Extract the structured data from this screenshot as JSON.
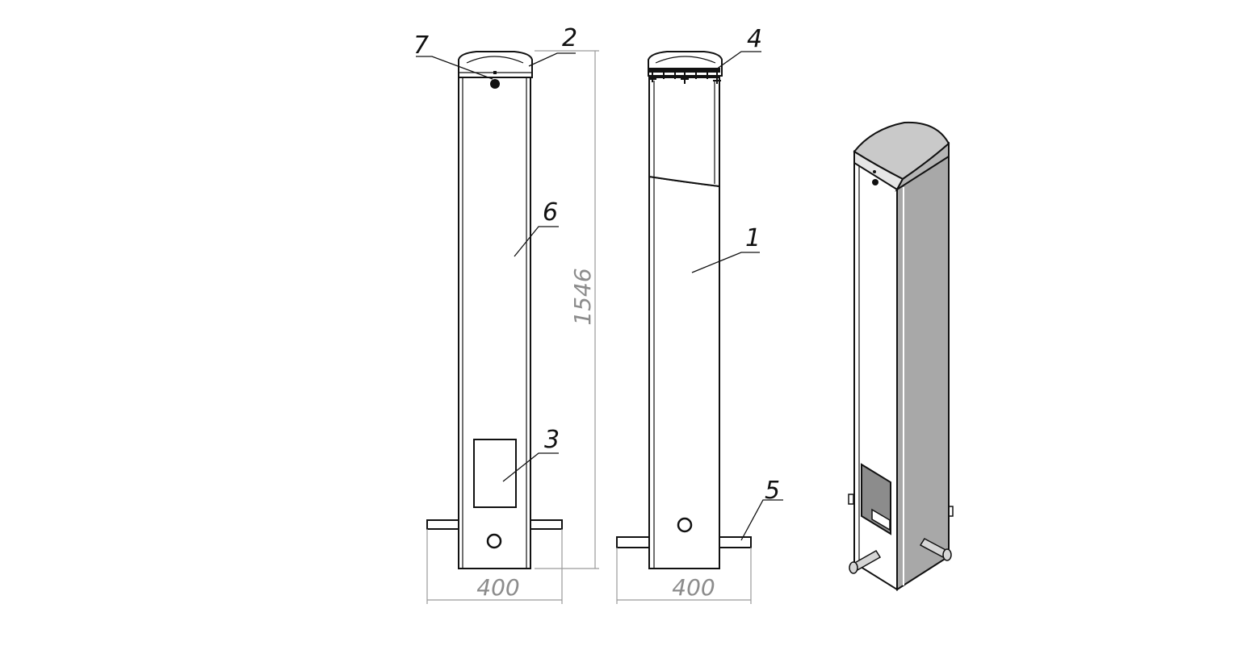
{
  "front_view": {
    "callouts": [
      {
        "id": "cap",
        "label": "2"
      },
      {
        "id": "lock",
        "label": "7"
      },
      {
        "id": "panel",
        "label": "6"
      },
      {
        "id": "door",
        "label": "3"
      }
    ],
    "dimensions": {
      "height": "1546",
      "base_width": "400"
    }
  },
  "side_view": {
    "callouts": [
      {
        "id": "hinge",
        "label": "4"
      },
      {
        "id": "body",
        "label": "1"
      },
      {
        "id": "pin",
        "label": "5"
      }
    ],
    "dimensions": {
      "base_width": "400"
    }
  },
  "colors": {
    "line": "#111111",
    "dimension": "#8c8c8c",
    "shade": "#a8a8a8",
    "cap": "#c9c9c9"
  }
}
